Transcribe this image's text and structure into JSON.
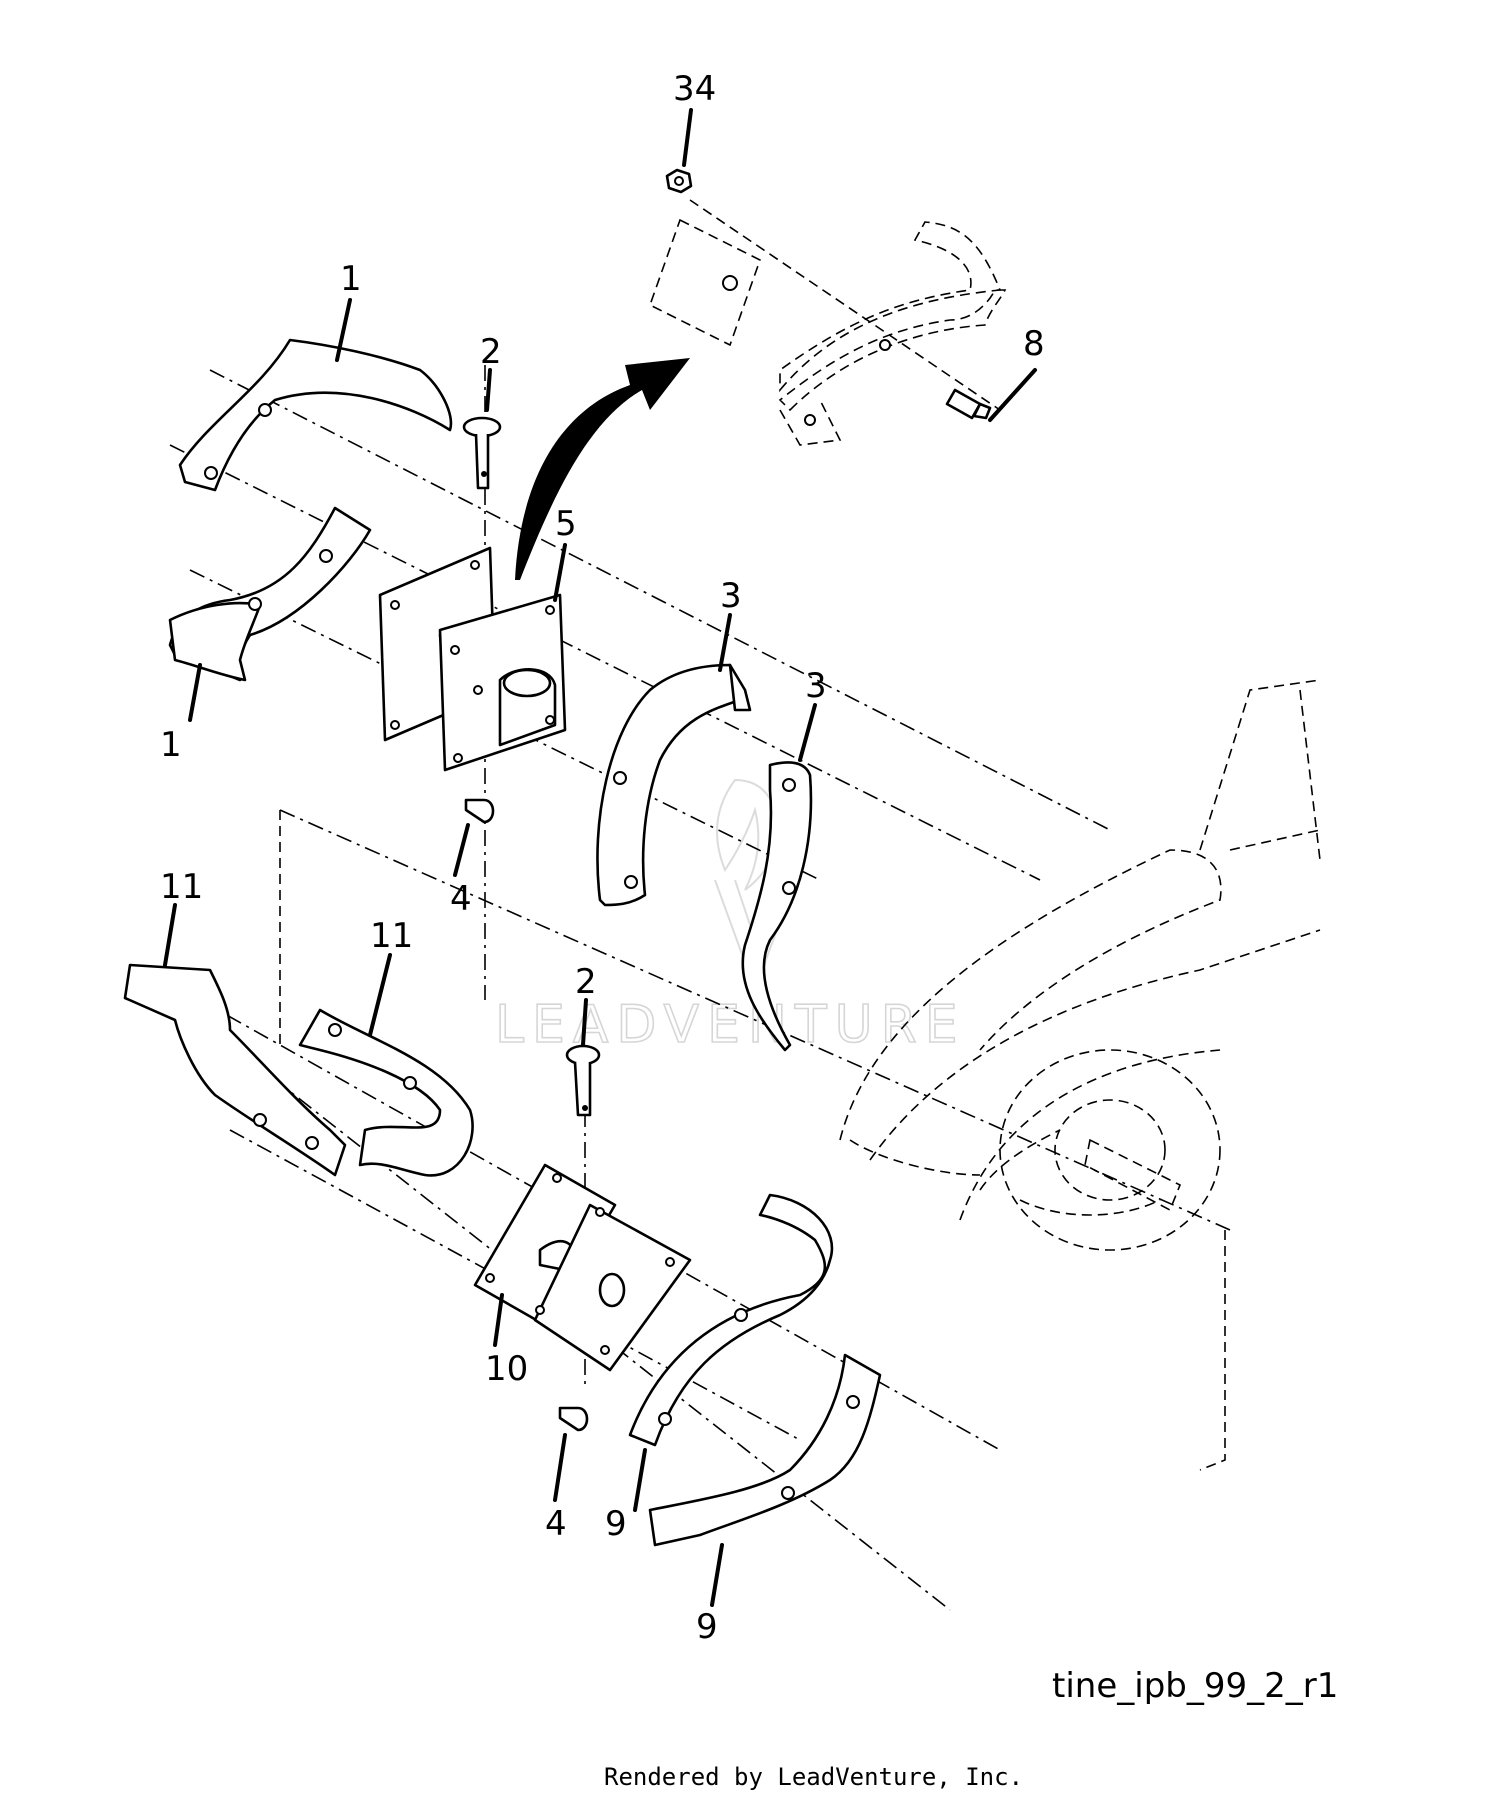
{
  "callouts": [
    {
      "id": "c1",
      "text": "34"
    },
    {
      "id": "c2",
      "text": "1"
    },
    {
      "id": "c3",
      "text": "2"
    },
    {
      "id": "c4",
      "text": "8"
    },
    {
      "id": "c5",
      "text": "5"
    },
    {
      "id": "c6",
      "text": "1"
    },
    {
      "id": "c7",
      "text": "3"
    },
    {
      "id": "c8",
      "text": "3"
    },
    {
      "id": "c9",
      "text": "4"
    },
    {
      "id": "c10",
      "text": "11"
    },
    {
      "id": "c11",
      "text": "11"
    },
    {
      "id": "c12",
      "text": "2"
    },
    {
      "id": "c13",
      "text": "10"
    },
    {
      "id": "c14",
      "text": "4"
    },
    {
      "id": "c15",
      "text": "9"
    },
    {
      "id": "c16",
      "text": "9"
    }
  ],
  "diagram_code": "tine_ipb_99_2_r1",
  "watermark": "LEADVENTURE",
  "footer": "Rendered by LeadVenture, Inc."
}
